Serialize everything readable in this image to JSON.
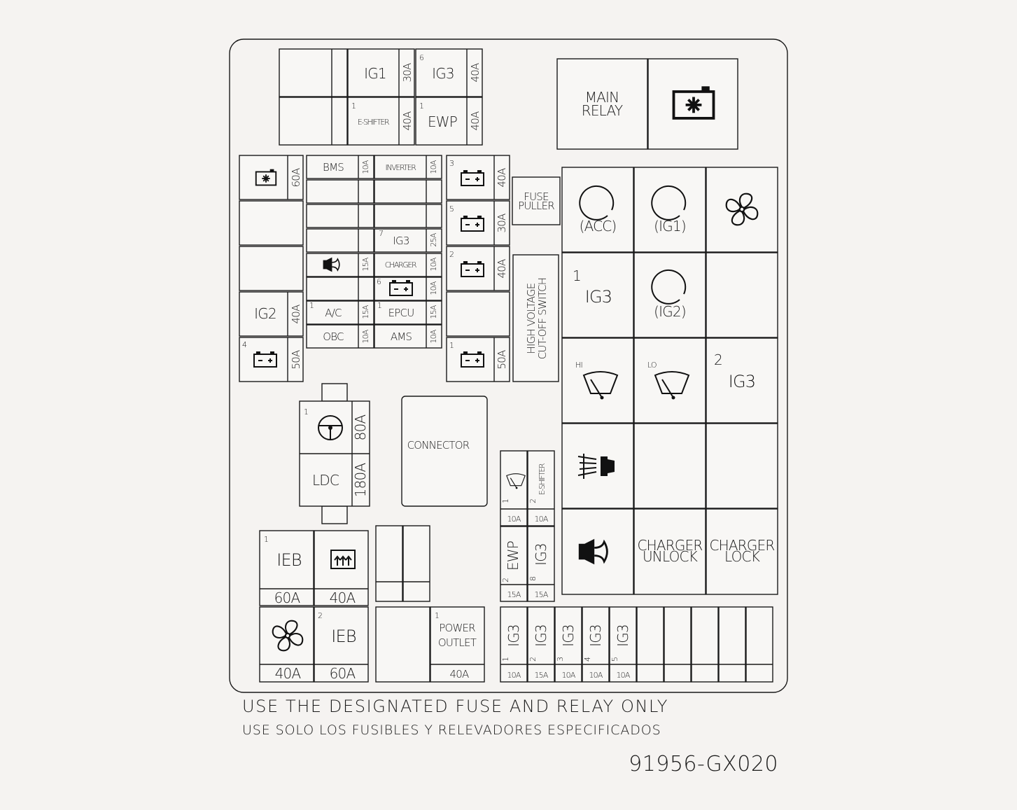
{
  "fuses": {
    "ig1_30": {
      "name": "IG1",
      "rating": "30A"
    },
    "ig3_40": {
      "idx": "6",
      "name": "IG3",
      "rating": "40A"
    },
    "eshifter_40": {
      "idx": "1",
      "name": "E-SHIFTER",
      "rating": "40A"
    },
    "ewp_40": {
      "idx": "1",
      "name": "EWP",
      "rating": "40A"
    },
    "batt_60": {
      "rating": "60A"
    },
    "ig2_40": {
      "name": "IG2",
      "rating": "40A"
    },
    "batt4_50": {
      "idx": "4",
      "rating": "50A"
    },
    "bms": {
      "name": "BMS",
      "rating": "10A"
    },
    "inverter": {
      "name": "INVERTER",
      "rating": "10A"
    },
    "ig3_25": {
      "idx": "7",
      "name": "IG3",
      "rating": "25A"
    },
    "horn_15": {
      "rating": "15A"
    },
    "charger_10": {
      "name": "CHARGER",
      "rating": "10A"
    },
    "batt6_10": {
      "idx": "6",
      "rating": "10A"
    },
    "ac": {
      "idx": "1",
      "name": "A/C",
      "rating": "15A"
    },
    "epcu": {
      "idx": "1",
      "name": "EPCU",
      "rating": "15A"
    },
    "obc": {
      "name": "OBC",
      "rating": "10A"
    },
    "ams": {
      "name": "AMS",
      "rating": "10A"
    },
    "batt3_40": {
      "idx": "3",
      "rating": "40A"
    },
    "batt5_30": {
      "idx": "5",
      "rating": "30A"
    },
    "batt2_40": {
      "idx": "2",
      "rating": "40A"
    },
    "batt1_50": {
      "idx": "1",
      "rating": "50A"
    },
    "steer_80": {
      "idx": "1",
      "rating": "80A"
    },
    "ldc": {
      "name": "LDC",
      "rating": "180A"
    },
    "ieb1": {
      "idx": "1",
      "name": "IEB",
      "rating": "60A"
    },
    "defrost": {
      "rating": "40A"
    },
    "blower": {
      "rating": "40A"
    },
    "ieb2": {
      "idx": "2",
      "name": "IEB",
      "rating": "60A"
    },
    "power_outlet": {
      "idx": "1",
      "line1": "POWER",
      "line2": "OUTLET",
      "rating": "40A"
    },
    "wiper_10": {
      "idx": "1",
      "rating": "10A"
    },
    "eshifter2_10": {
      "idx": "2",
      "name": "E-SHIFTER",
      "rating": "10A"
    },
    "ewp2_15": {
      "idx": "2",
      "name": "EWP",
      "rating": "15A"
    },
    "ig3_8_15": {
      "idx": "8",
      "name": "IG3",
      "rating": "15A"
    },
    "mini": [
      {
        "idx": "1",
        "name": "IG3",
        "rating": "10A"
      },
      {
        "idx": "2",
        "name": "IG3",
        "rating": "15A"
      },
      {
        "idx": "3",
        "name": "IG3",
        "rating": "10A"
      },
      {
        "idx": "4",
        "name": "IG3",
        "rating": "10A"
      },
      {
        "idx": "5",
        "name": "IG3",
        "rating": "10A"
      }
    ]
  },
  "relays": {
    "main_relay": {
      "line1": "MAIN",
      "line2": "RELAY"
    },
    "fuse_puller": {
      "line1": "FUSE",
      "line2": "PULLER"
    },
    "hv_switch": {
      "line1": "HIGH VOLTAGE",
      "line2": "CUT-OFF SWITCH"
    },
    "acc": "(ACC)",
    "ig1": "(IG1)",
    "ig3_1": {
      "idx": "1",
      "name": "IG3"
    },
    "ig2": "(IG2)",
    "wiper_hi": "HI",
    "wiper_lo": "LO",
    "ig3_2": {
      "idx": "2",
      "name": "IG3"
    },
    "connector": "CONNECTOR",
    "charger_unlock": {
      "line1": "CHARGER",
      "line2": "UNLOCK"
    },
    "charger_lock": {
      "line1": "CHARGER",
      "line2": "LOCK"
    }
  },
  "footer": {
    "line1": "USE THE DESIGNATED FUSE AND RELAY ONLY",
    "line2": "USE SOLO LOS FUSIBLES Y RELEVADORES ESPECIFICADOS",
    "part_number": "91956-GX020"
  },
  "icons": [
    "battery-icon",
    "horn-icon",
    "steering-wheel-icon",
    "fan-icon",
    "defroster-icon",
    "wiper-icon",
    "headlamp-icon",
    "cooling-fan-relay-icon"
  ]
}
